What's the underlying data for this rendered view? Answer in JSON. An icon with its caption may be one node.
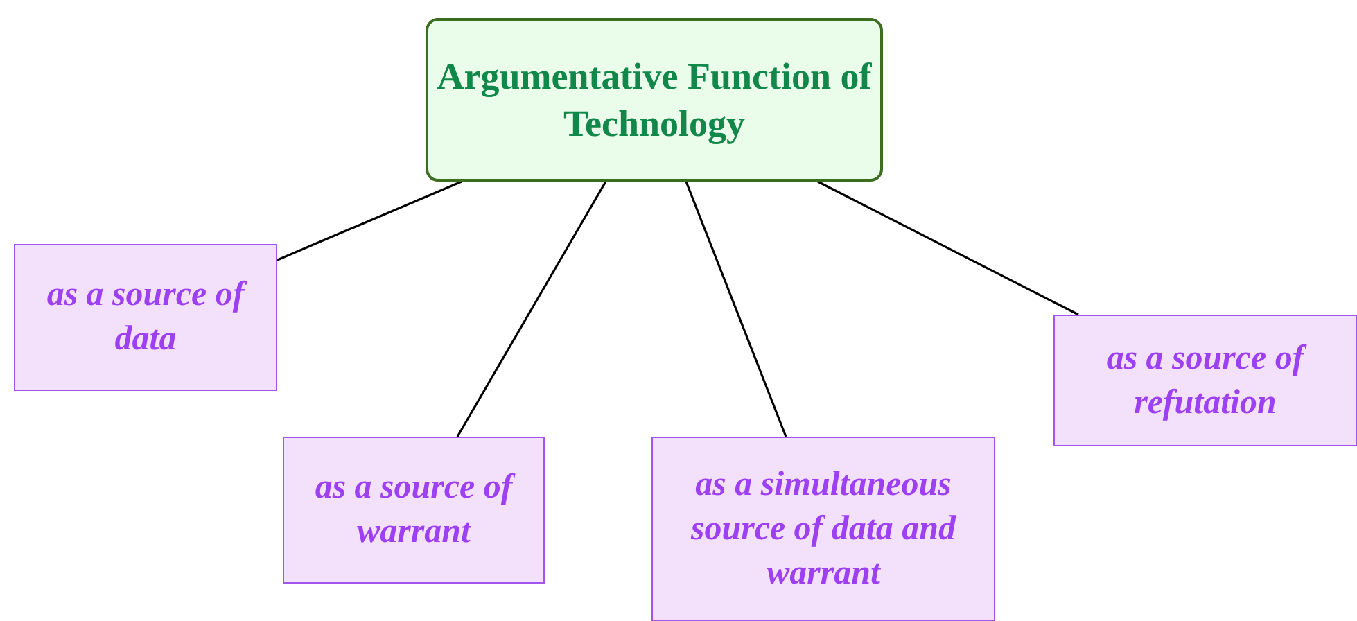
{
  "diagram": {
    "nodes": [
      {
        "text": [
          "Argumentative Function of Technology"
        ]
      },
      {
        "text": [
          "as a source of data"
        ]
      },
      {
        "text": [
          "as a source of warrant"
        ]
      },
      {
        "text": [
          "as a simultaneous source of data and warrant"
        ]
      },
      {
        "text": [
          "as a source of refutation"
        ]
      }
    ],
    "edges": [
      {
        "from": 0,
        "to": 1,
        "arrow": "none"
      },
      {
        "from": 0,
        "to": 2,
        "arrow": "none"
      },
      {
        "from": 0,
        "to": 3,
        "arrow": "none"
      },
      {
        "from": 0,
        "to": 4,
        "arrow": "none"
      }
    ]
  }
}
